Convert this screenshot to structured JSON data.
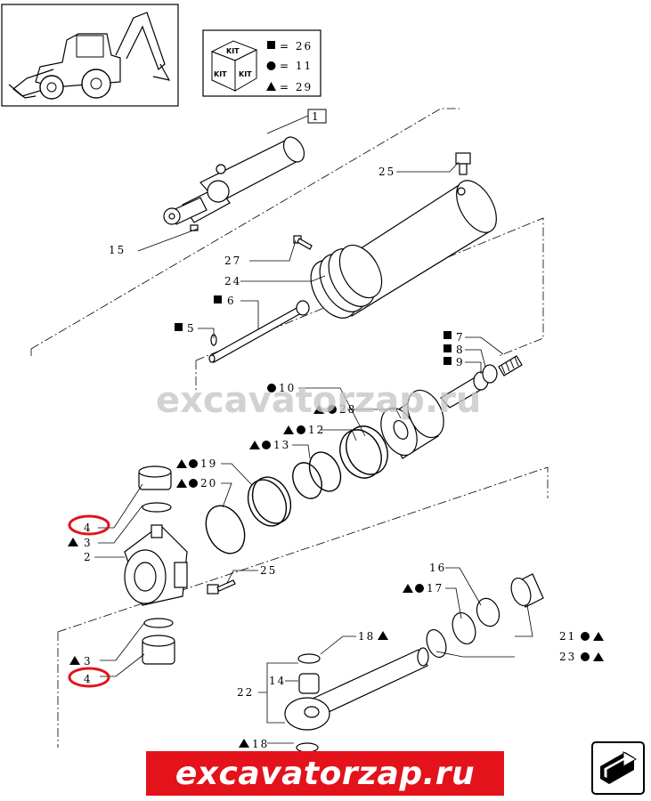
{
  "kit": {
    "box_label": "KIT",
    "legend": [
      {
        "symbol": "square",
        "text": "= 26"
      },
      {
        "symbol": "circle",
        "text": "= 11"
      },
      {
        "symbol": "triangle",
        "text": "= 29"
      }
    ]
  },
  "callouts": {
    "c1": "1",
    "c2": "2",
    "c3a": "3",
    "c3b": "3",
    "c4a": "4",
    "c4b": "4",
    "c5": "5",
    "c6": "6",
    "c7": "7",
    "c8": "8",
    "c9": "9",
    "c10": "10",
    "c12": "12",
    "c13": "13",
    "c14": "14",
    "c15": "15",
    "c16": "16",
    "c17": "17",
    "c18a": "18",
    "c18b": "18",
    "c19": "19",
    "c20": "20",
    "c21": "21",
    "c22": "22",
    "c23": "23",
    "c24": "24",
    "c25a": "25",
    "c25b": "25",
    "c27": "27",
    "c28": "28"
  },
  "watermark": "excavatorzap.ru",
  "banner": "excavatorzap.ru",
  "icons": [
    "machine-thumbnail",
    "kit-box-icon",
    "next-page-arrow-icon"
  ],
  "colors": {
    "banner": "#e3121b",
    "highlight": "#e3121b",
    "watermark": "#c8c8c8"
  }
}
